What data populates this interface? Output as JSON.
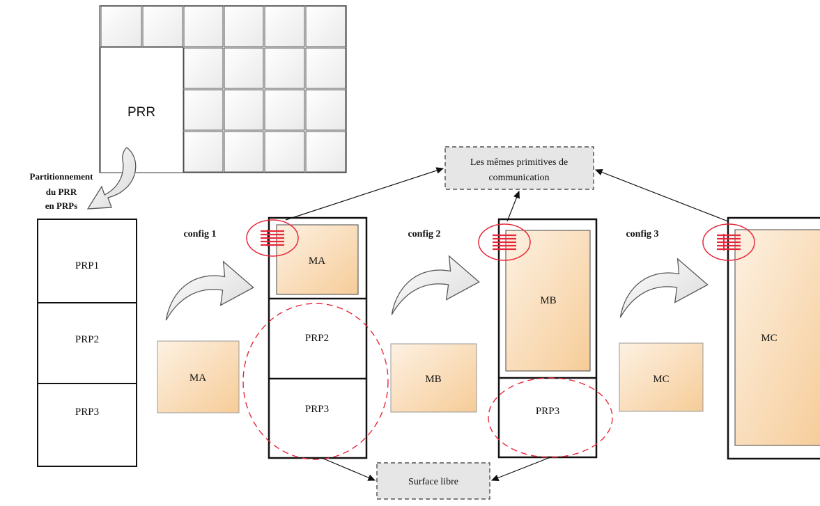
{
  "grid_label": "PRR",
  "partition_caption": [
    "Partitionnement",
    "du PRR",
    "en PRPs"
  ],
  "partitions": [
    "PRP1",
    "PRP2",
    "PRP3"
  ],
  "configs": [
    "config 1",
    "config 2",
    "config 3"
  ],
  "modules": [
    "MA",
    "MB",
    "MC"
  ],
  "callouts": {
    "primitives": [
      "Les mêmes primitives de",
      "communication"
    ],
    "free_surface": "Surface libre"
  },
  "colors": {
    "module_fill_light": "#fdf1e2",
    "module_fill_dark": "#f6cc98",
    "dashed_red": "#e8283a",
    "callout_fill": "#e6e6e6",
    "arrow_fill": "#f4f4f4"
  }
}
